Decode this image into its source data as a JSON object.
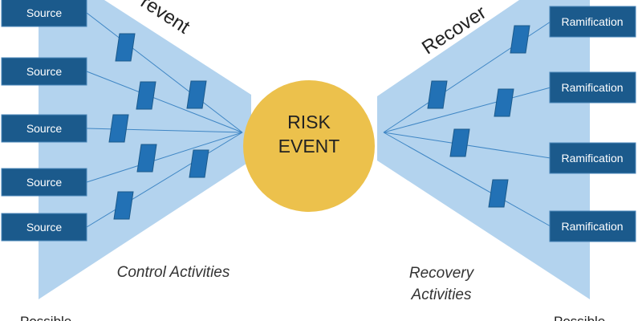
{
  "colors": {
    "wedge": "#b3d3ee",
    "box": "#1b5a8c",
    "control": "#2271b5",
    "line": "#3f86c4",
    "risk_circle": "#ecc14c"
  },
  "center": {
    "line1": "RISK",
    "line2": "EVENT"
  },
  "left": {
    "heading": "Prevent",
    "caption": "Control Activities",
    "footer": "Possible",
    "sources": [
      "Source",
      "Source",
      "Source",
      "Source",
      "Source"
    ]
  },
  "right": {
    "heading": "Recover",
    "caption_line1": "Recovery",
    "caption_line2": "Activities",
    "footer": "Possible",
    "ramifications": [
      "Ramification",
      "Ramification",
      "Ramification",
      "Ramification"
    ]
  }
}
